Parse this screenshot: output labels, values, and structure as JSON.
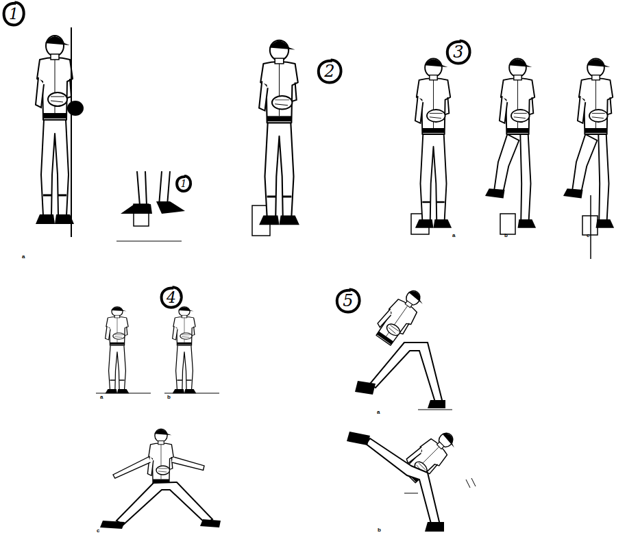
{
  "diagram": {
    "nodes": [
      {
        "text": [
          "1"
        ]
      },
      {
        "text": [
          "1"
        ]
      },
      {
        "text": [
          "2"
        ]
      },
      {
        "text": [
          "3"
        ]
      },
      {
        "text": [
          "4"
        ]
      },
      {
        "text": [
          "5"
        ]
      }
    ],
    "labels": [
      "a",
      "a",
      "b",
      "c",
      "a",
      "b",
      "a",
      "c",
      "b"
    ]
  }
}
